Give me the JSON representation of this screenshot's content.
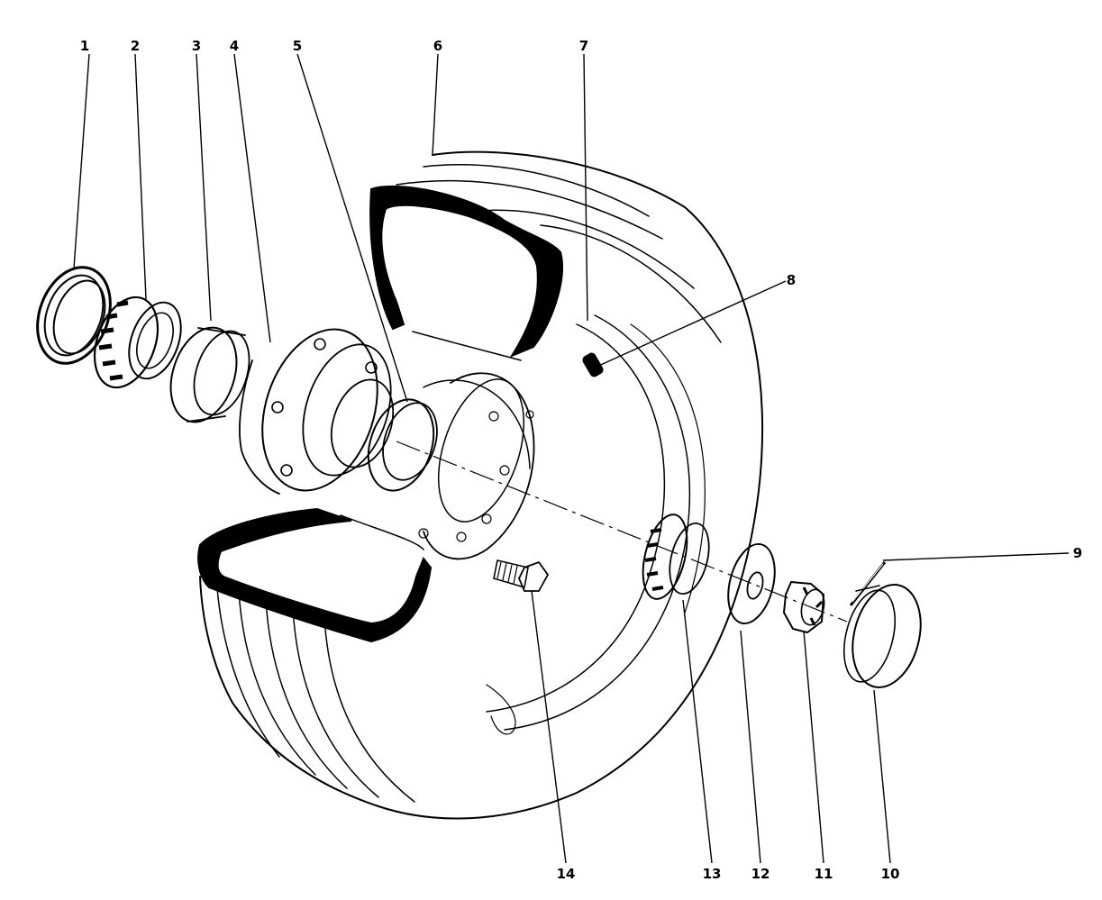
{
  "diagram": {
    "callouts": [
      {
        "id": 1,
        "label": "1",
        "part": "grease-seal"
      },
      {
        "id": 2,
        "label": "2",
        "part": "inner-bearing-cone"
      },
      {
        "id": 3,
        "label": "3",
        "part": "inner-bearing-cup"
      },
      {
        "id": 4,
        "label": "4",
        "part": "wheel-hub"
      },
      {
        "id": 5,
        "label": "5",
        "part": "outer-bearing-cup"
      },
      {
        "id": 6,
        "label": "6",
        "part": "tire"
      },
      {
        "id": 7,
        "label": "7",
        "part": "inner-tube"
      },
      {
        "id": 8,
        "label": "8",
        "part": "valve-stem"
      },
      {
        "id": 9,
        "label": "9",
        "part": "cotter-pin"
      },
      {
        "id": 10,
        "label": "10",
        "part": "hub-cap"
      },
      {
        "id": 11,
        "label": "11",
        "part": "castellated-nut"
      },
      {
        "id": 12,
        "label": "12",
        "part": "washer"
      },
      {
        "id": 13,
        "label": "13",
        "part": "outer-bearing-cone"
      },
      {
        "id": 14,
        "label": "14",
        "part": "wheel-bolt"
      }
    ]
  }
}
